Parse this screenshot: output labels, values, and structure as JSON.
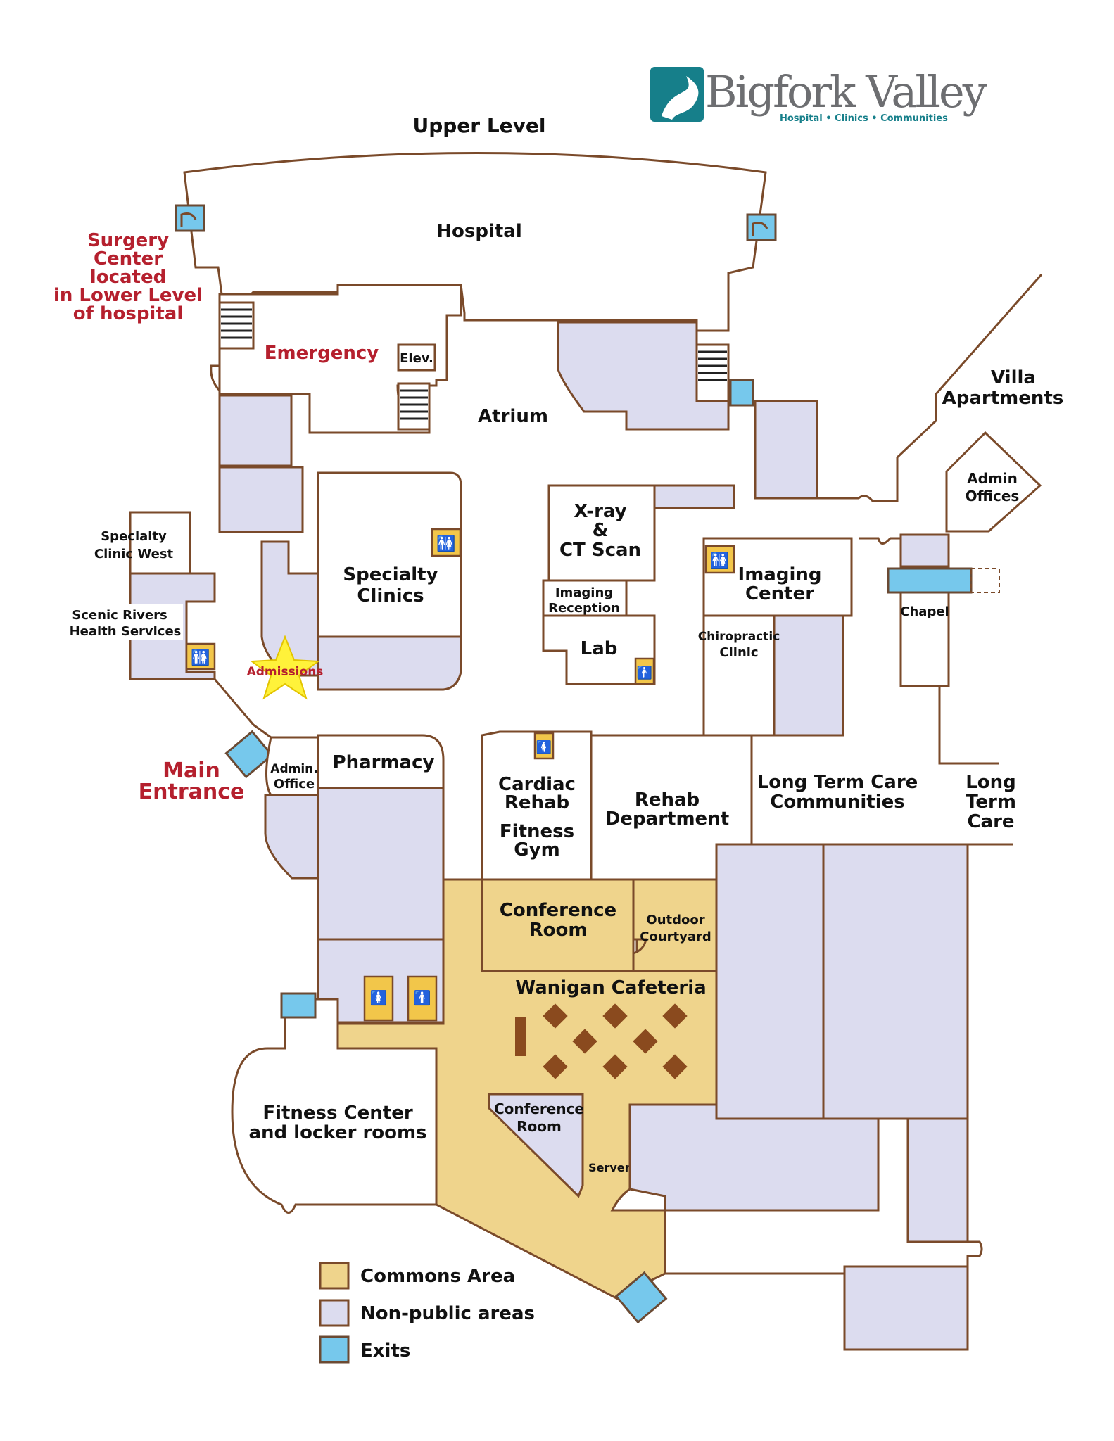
{
  "logo": {
    "name": "Bigfork Valley",
    "tagline": "Hospital • Clinics • Communities",
    "colors": {
      "teal": "#167f8a",
      "gray": "#6d6e71"
    }
  },
  "map_title": "Upper Level",
  "notes": {
    "surgery_center": [
      "Surgery",
      "Center",
      "located",
      "in Lower Level",
      "of hospital"
    ],
    "main_entrance": [
      "Main",
      "Entrance"
    ]
  },
  "rooms": {
    "hospital": "Hospital",
    "emergency": "Emergency",
    "elevator": "Elev.",
    "atrium": "Atrium",
    "villa_apartments": [
      "Villa",
      "Apartments"
    ],
    "admin_offices": [
      "Admin",
      "Offices"
    ],
    "specialty_clinic_west": [
      "Specialty",
      "Clinic West"
    ],
    "scenic_rivers": [
      "Scenic Rivers",
      "Health Services"
    ],
    "specialty_clinics": [
      "Specialty",
      "Clinics"
    ],
    "admissions": "Admissions",
    "xray_ct": [
      "X-ray",
      "&",
      "CT Scan"
    ],
    "imaging_reception": [
      "Imaging",
      "Reception"
    ],
    "lab": "Lab",
    "imaging_center": [
      "Imaging",
      "Center"
    ],
    "chiropractic_clinic": [
      "Chiropractic",
      "Clinic"
    ],
    "chapel": "Chapel",
    "admin_office": [
      "Admin.",
      "Office"
    ],
    "pharmacy": "Pharmacy",
    "cardiac_rehab": [
      "Cardiac",
      "Rehab",
      "Fitness",
      "Gym"
    ],
    "rehab_department": [
      "Rehab",
      "Department"
    ],
    "ltc_communities": [
      "Long Term Care",
      "Communities"
    ],
    "long_term_care": [
      "Long",
      "Term",
      "Care"
    ],
    "conference_room_main": [
      "Conference",
      "Room"
    ],
    "outdoor_courtyard": [
      "Outdoor",
      "Courtyard"
    ],
    "wanigan_cafeteria": "Wanigan Cafeteria",
    "fitness_center": [
      "Fitness Center",
      "and locker rooms"
    ],
    "conference_room_small": [
      "Conference",
      "Room"
    ],
    "servery": "Servery"
  },
  "legend": {
    "items": [
      {
        "label": "Commons Area",
        "color": "#efd48c"
      },
      {
        "label": "Non-public areas",
        "color": "#dcdcef"
      },
      {
        "label": "Exits",
        "color": "#76c8ec"
      }
    ]
  },
  "colors": {
    "walls": "#7a4a2a",
    "room_label_red": "#b5202e",
    "admissions_star": "#fff23a"
  }
}
